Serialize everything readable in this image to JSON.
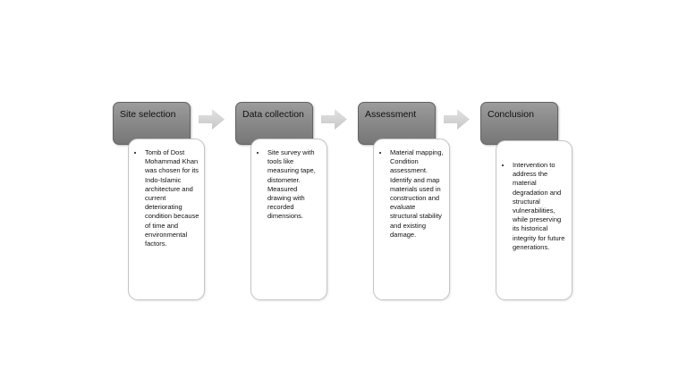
{
  "flowchart": {
    "steps": [
      {
        "title": "Site selection",
        "body": "Tomb of Dost Mohammad Khan was chosen for its Indo-Islamic architecture and current deteriorating condition because of time and environmental factors."
      },
      {
        "title": "Data collection",
        "body": "Site survey with tools like measuring tape, distometer. Measured drawing with recorded dimensions."
      },
      {
        "title": "Assessment",
        "body": "Material mapping, Condition assessment. Identify and map materials used in construction and evaluate structural stability and existing damage."
      },
      {
        "title": "Conclusion",
        "body": "Intervention to address the material degradation and structural vulnerabilities, while preserving its historical integrity for future generations."
      }
    ]
  },
  "theme": {
    "header_fill_top": "#9c9c9c",
    "header_fill_mid": "#8a8a8a",
    "header_fill_bottom": "#777777",
    "header_border": "#636363",
    "arrow_fill_top": "#e3e3e3",
    "arrow_fill_bottom": "#c6c6c6",
    "body_fill": "#ffffff",
    "body_border": "#c4c4c4",
    "text": "#111111"
  }
}
